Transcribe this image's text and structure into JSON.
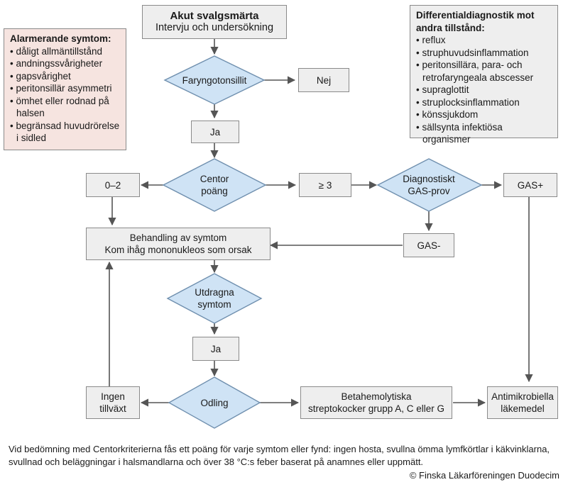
{
  "start": {
    "title": "Akut svalgsmärta",
    "subtitle": "Intervju och undersökning"
  },
  "alarm": {
    "title": "Alarmerande symtom:",
    "items": [
      "dåligt allmäntillstånd",
      "andningssvårigheter",
      "gapsvårighet",
      "peritonsillär asymmetri",
      "ömhet eller rodnad på halsen",
      "begränsad huvudrörelse i sidled"
    ]
  },
  "differential": {
    "title": "Differentialdiagnostik mot andra tillstånd:",
    "items": [
      "reflux",
      "struphuvudsinflammation",
      "peritonsillära, para- och retrofaryngeala abscesser",
      "supraglottit",
      "struplocksinflammation",
      "könssjukdom",
      "sällsynta infektiösa organismer"
    ]
  },
  "nodes": {
    "faryngo": "Faryngotonsillit",
    "nej": "Nej",
    "ja1": "Ja",
    "centor_l1": "Centor",
    "centor_l2": "poäng",
    "score_low": "0–2",
    "score_high": "≥ 3",
    "gas_test_l1": "Diagnostiskt",
    "gas_test_l2": "GAS-prov",
    "gas_pos": "GAS+",
    "gas_neg": "GAS-",
    "treat_l1": "Behandling av symtom",
    "treat_l2": "Kom ihåg mononukleos som orsak",
    "prolonged_l1": "Utdragna",
    "prolonged_l2": "symtom",
    "ja2": "Ja",
    "culture": "Odling",
    "no_growth_l1": "Ingen",
    "no_growth_l2": "tillväxt",
    "strep_l1": "Betahemolytiska",
    "strep_l2": "streptokocker grupp A, C eller G",
    "anti_l1": "Antimikrobiella",
    "anti_l2": "läkemedel"
  },
  "footnote": "Vid bedömning med Centorkriterierna fås ett poäng för varje symtom eller fynd: ingen hosta, svullna ömma lymfkörtlar i käkvinklarna, svullnad och beläggningar i halsmandlarna och över 38 °C:s feber baserat på anamnes eller uppmätt.",
  "copyright": "© Finska Läkarföreningen Duodecim",
  "colors": {
    "diamond_fill": "#cfe3f5",
    "diamond_stroke": "#6f8fae",
    "box_fill": "#eeeeee",
    "alarm_fill": "#f6e4e0",
    "arrow": "#555555"
  }
}
